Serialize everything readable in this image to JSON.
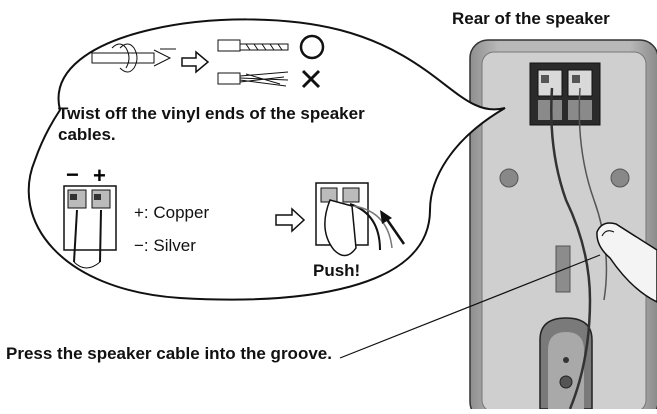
{
  "labels": {
    "rear_title": "Rear of the speaker",
    "twist_instruction": "Twist off the vinyl ends of the speaker cables.",
    "press_instruction": "Press the speaker cable into the groove.",
    "push": "Push!",
    "copper": "+: Copper",
    "silver": "−: Silver",
    "minus_sign": "−",
    "plus_sign": "+"
  },
  "symbols": {
    "correct": "circle-icon",
    "incorrect": "cross-icon"
  },
  "colors": {
    "speaker_body": "#a8a8a8",
    "speaker_inner": "#c9c9c9",
    "outline": "#111111"
  }
}
